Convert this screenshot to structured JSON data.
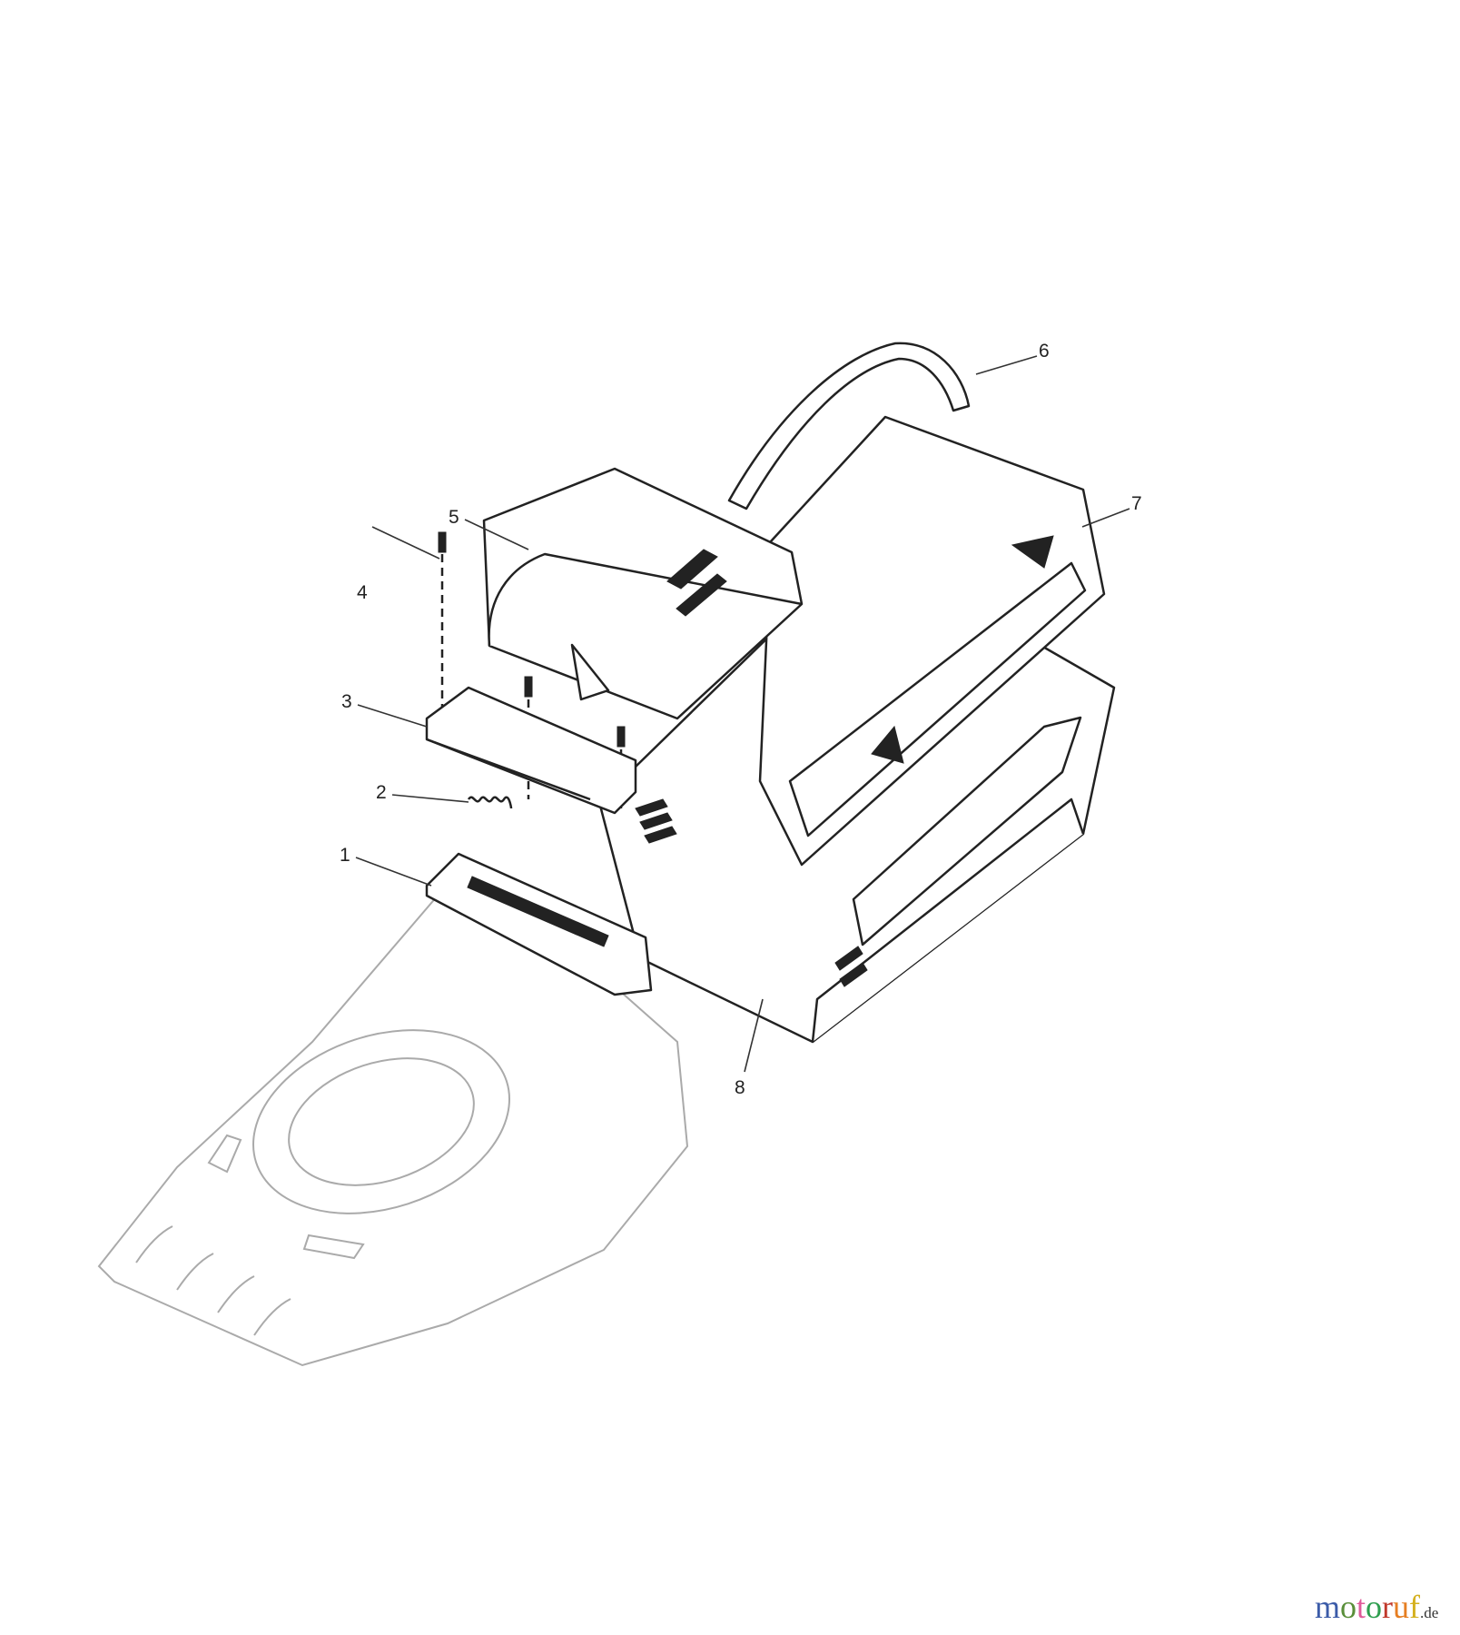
{
  "diagram": {
    "callouts": [
      {
        "id": "1",
        "label": "1"
      },
      {
        "id": "2",
        "label": "2"
      },
      {
        "id": "3",
        "label": "3"
      },
      {
        "id": "4",
        "label": "4"
      },
      {
        "id": "5",
        "label": "5"
      },
      {
        "id": "6",
        "label": "6"
      },
      {
        "id": "7",
        "label": "7"
      },
      {
        "id": "8",
        "label": "8"
      }
    ]
  },
  "watermark": {
    "logo_text": "motoruf",
    "logo_suffix": ".de",
    "logo_colors": [
      "#3b5ba8",
      "#5a8f3a",
      "#e05a9a",
      "#2e9e4f",
      "#c0392b",
      "#e67e22",
      "#d4b01e"
    ]
  }
}
